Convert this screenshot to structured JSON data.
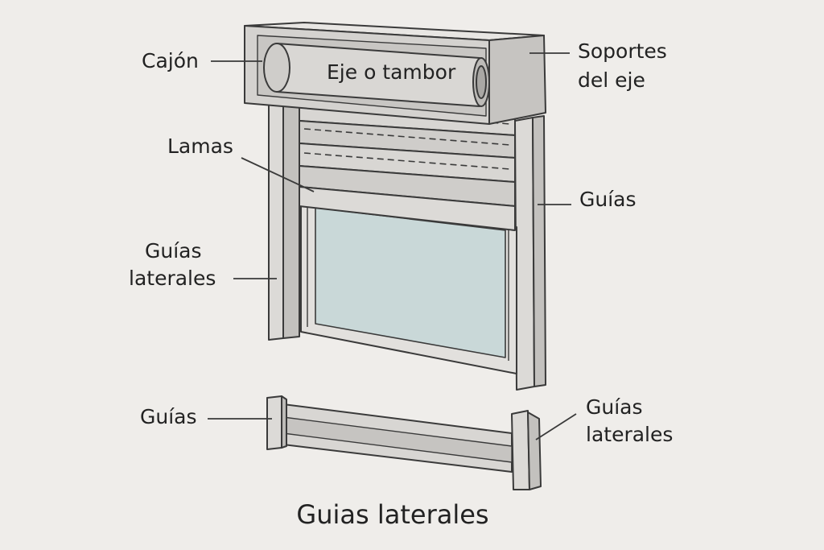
{
  "labels": {
    "cajon": "Cajón",
    "eje": "Eje o tambor",
    "soportes_line1": "Soportes",
    "soportes_line2": "del eje",
    "lamas": "Lamas",
    "guias_right": "Guías",
    "guias_laterales_left_line1": "Guías",
    "guias_laterales_left_line2": "laterales",
    "guias_bottom": "Guías",
    "guias_laterales_bottom_line1": "Guías",
    "guias_laterales_bottom_line2": "laterales"
  },
  "title": "Guias laterales",
  "colors": {
    "background": "#efedea",
    "frame": "#d6d4d1",
    "frame_dark": "#b9b7b4",
    "glass": "#c9d8d8",
    "stroke": "#3a3a3a"
  }
}
